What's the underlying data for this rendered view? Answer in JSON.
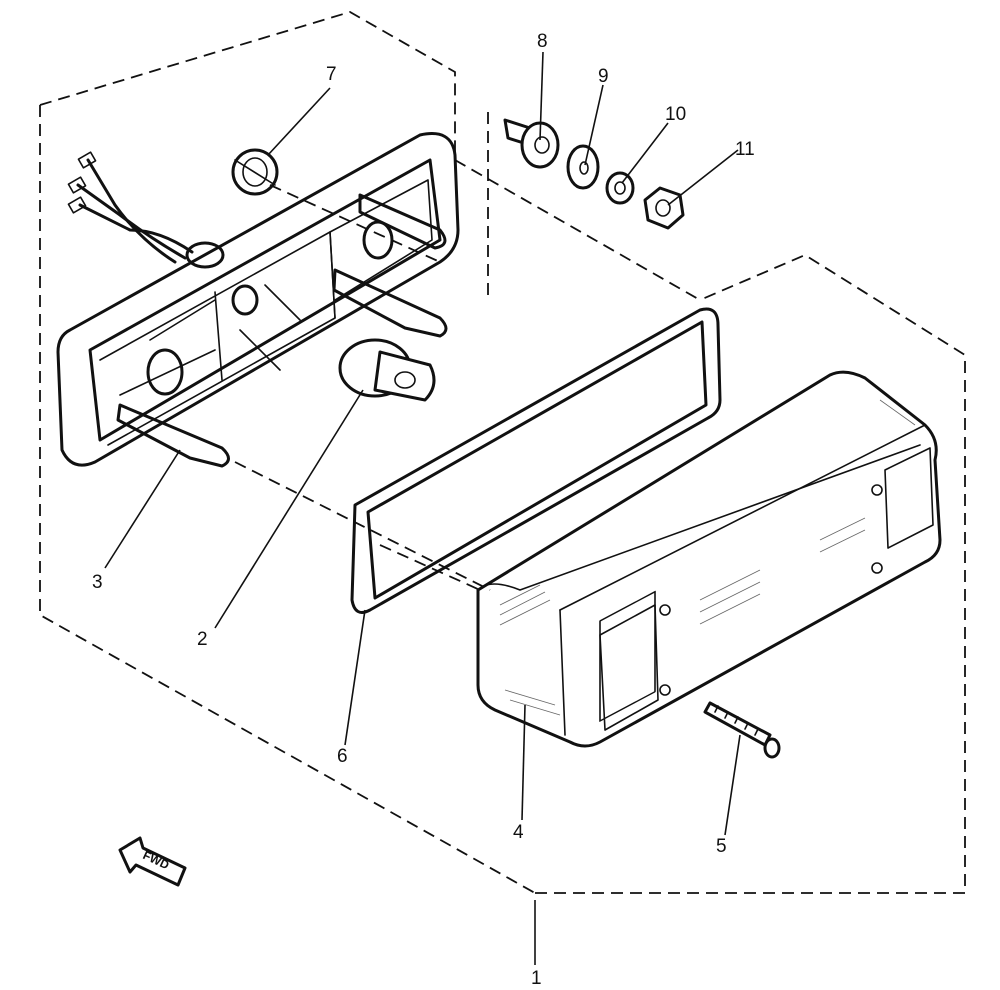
{
  "callouts": [
    {
      "id": "1",
      "label": "1"
    },
    {
      "id": "2",
      "label": "2"
    },
    {
      "id": "3",
      "label": "3"
    },
    {
      "id": "4",
      "label": "4"
    },
    {
      "id": "5",
      "label": "5"
    },
    {
      "id": "6",
      "label": "6"
    },
    {
      "id": "7",
      "label": "7"
    },
    {
      "id": "8",
      "label": "8"
    },
    {
      "id": "9",
      "label": "9"
    },
    {
      "id": "10",
      "label": "10"
    },
    {
      "id": "11",
      "label": "11"
    }
  ],
  "direction_arrow": {
    "label": "FWD"
  }
}
